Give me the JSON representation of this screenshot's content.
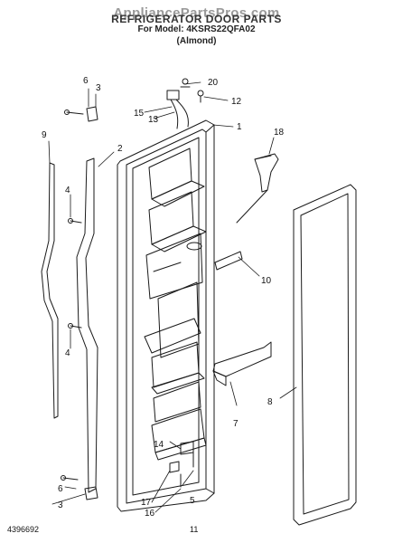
{
  "header": {
    "watermark": "AppliancePartsPros.com",
    "title": "REFRIGERATOR DOOR PARTS",
    "model_line": "For Model: 4KSRS22QFA02",
    "finish": "(Almond)"
  },
  "callouts": [
    "1",
    "2",
    "3",
    "4",
    "5",
    "6",
    "7",
    "8",
    "9",
    "10",
    "12",
    "13",
    "14",
    "15",
    "16",
    "17",
    "18",
    "20"
  ],
  "footer": {
    "doc_number": "4396692",
    "page_number": "11"
  },
  "colors": {
    "line": "#1a1a1a",
    "background": "#ffffff"
  }
}
